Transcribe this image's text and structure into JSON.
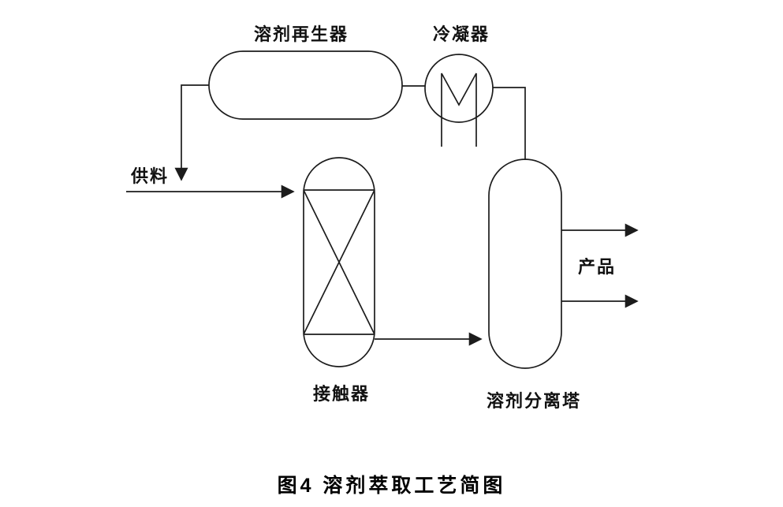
{
  "figure": {
    "caption": "图4  溶剂萃取工艺简图"
  },
  "equipment": {
    "regenerator_label": "溶剂再生器",
    "condenser_label": "冷凝器",
    "contactor_label": "接触器",
    "separator_label": "溶剂分离塔"
  },
  "streams": {
    "feed_label": "供料",
    "product_label": "产品"
  },
  "colors": {
    "line": "#1c1c1c",
    "background": "#ffffff"
  }
}
